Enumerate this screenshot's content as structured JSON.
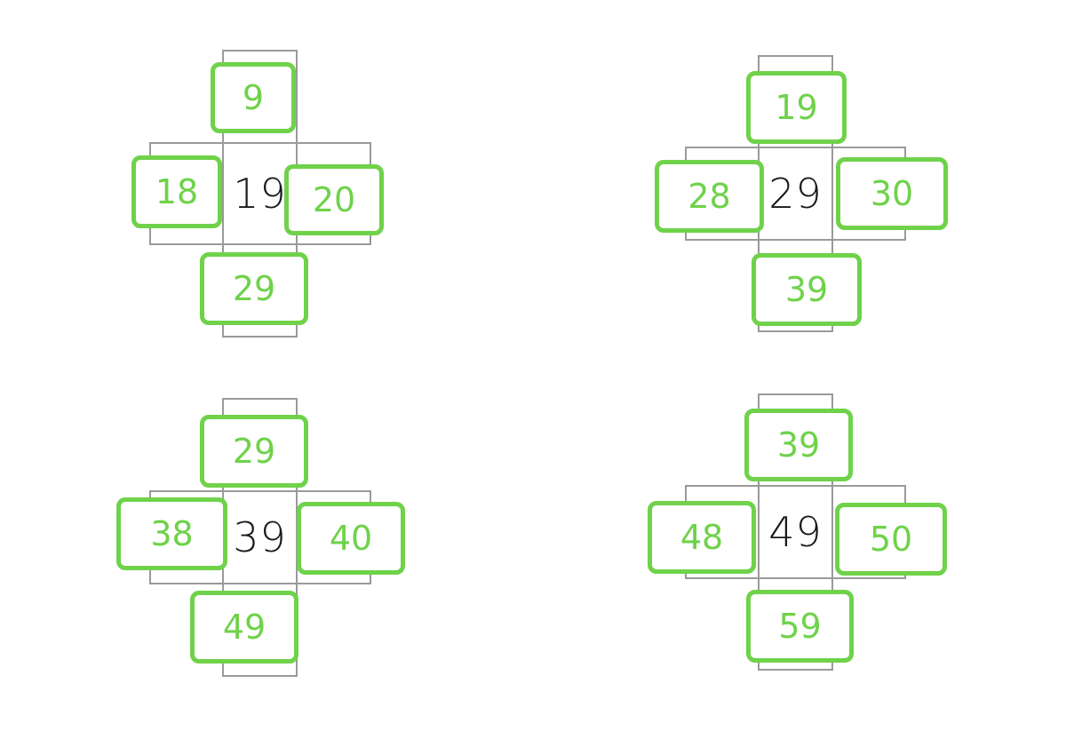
{
  "accent_color": "#6fd24a",
  "grid_line_color": "#9a9a9a",
  "puzzles": [
    {
      "center": "19",
      "up": "9",
      "left": "18",
      "right": "20",
      "down": "29"
    },
    {
      "center": "29",
      "up": "19",
      "left": "28",
      "right": "30",
      "down": "39"
    },
    {
      "center": "39",
      "up": "29",
      "left": "38",
      "right": "40",
      "down": "49"
    },
    {
      "center": "49",
      "up": "39",
      "left": "48",
      "right": "50",
      "down": "59"
    }
  ]
}
